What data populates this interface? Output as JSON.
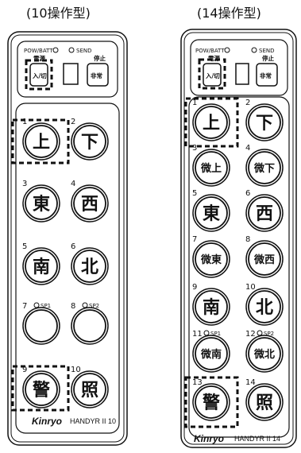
{
  "left": {
    "title": "(10操作型)",
    "top_panel": {
      "pow_batt": "POW/BATT",
      "send": "SEND",
      "label_a": "電源",
      "label_b": "停止",
      "btn_a": "入/切",
      "btn_b": "非常"
    },
    "keys": [
      {
        "num": "1",
        "label": "上"
      },
      {
        "num": "2",
        "label": "下"
      },
      {
        "num": "3",
        "label": "東"
      },
      {
        "num": "4",
        "label": "西"
      },
      {
        "num": "5",
        "label": "南"
      },
      {
        "num": "6",
        "label": "北"
      },
      {
        "num": "7",
        "label": "",
        "sp": "SP1"
      },
      {
        "num": "8",
        "label": "",
        "sp": "SP2"
      },
      {
        "num": "9",
        "label": "警"
      },
      {
        "num": "10",
        "label": "照"
      }
    ],
    "brand": "Kinryo",
    "model": "HANDYR II 10"
  },
  "right": {
    "title": "(14操作型)",
    "top_panel": {
      "pow_batt": "POW/BATT",
      "send": "SEND",
      "label_a": "電源",
      "label_b": "停止",
      "btn_a": "入/切",
      "btn_b": "非常"
    },
    "keys": [
      {
        "num": "1",
        "label": "上"
      },
      {
        "num": "2",
        "label": "下"
      },
      {
        "num": "3",
        "label": "微上"
      },
      {
        "num": "4",
        "label": "微下"
      },
      {
        "num": "5",
        "label": "東"
      },
      {
        "num": "6",
        "label": "西"
      },
      {
        "num": "7",
        "label": "微東"
      },
      {
        "num": "8",
        "label": "微西"
      },
      {
        "num": "9",
        "label": "南"
      },
      {
        "num": "10",
        "label": "北"
      },
      {
        "num": "11",
        "label": "微南",
        "sp": "SP1"
      },
      {
        "num": "12",
        "label": "微北",
        "sp": "SP2"
      },
      {
        "num": "13",
        "label": "警"
      },
      {
        "num": "14",
        "label": "照"
      }
    ],
    "brand": "Kinryo",
    "model": "HANDYR II 14"
  }
}
